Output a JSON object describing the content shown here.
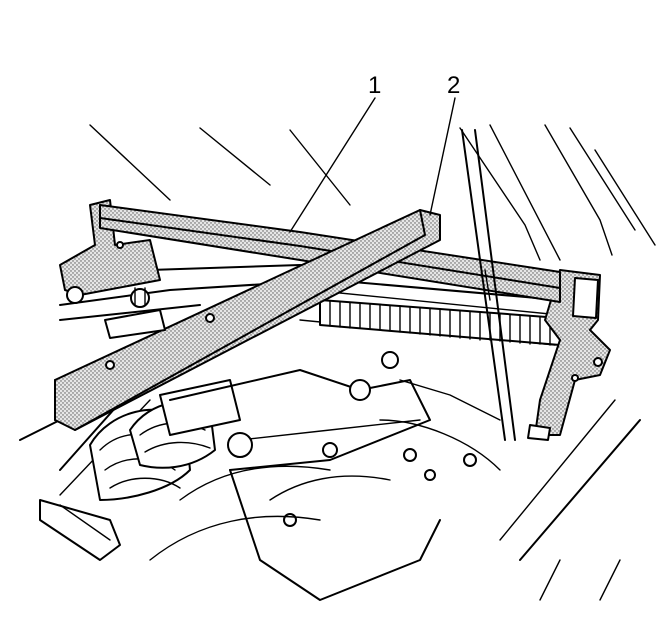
{
  "callouts": [
    {
      "id": "1",
      "text": "1"
    },
    {
      "id": "2",
      "text": "2"
    }
  ],
  "colors": {
    "line": "#000000",
    "background": "#ffffff",
    "stipple": "#9a9a9a"
  }
}
